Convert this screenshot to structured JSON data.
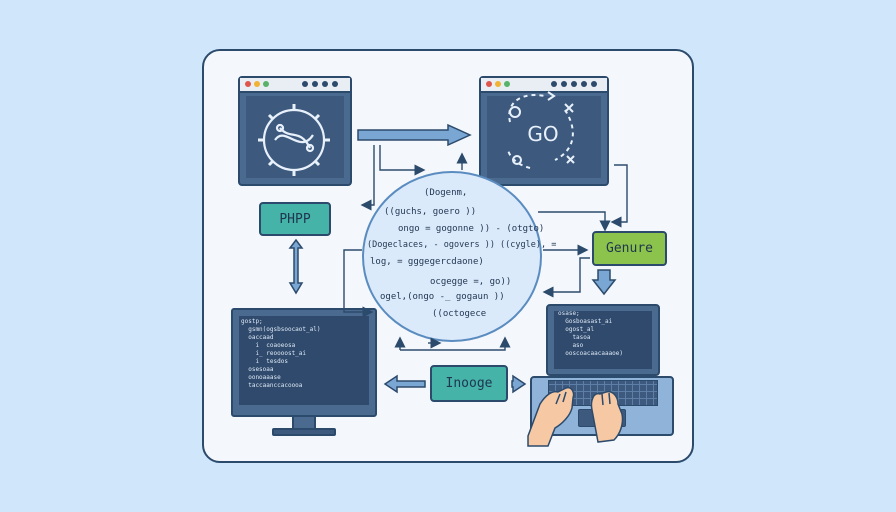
{
  "labels": {
    "php": "PHPP",
    "go": "GO",
    "genure": "Genure",
    "image": "Inooge"
  },
  "circle_code": [
    "(Dogenm,",
    "((guchs, goero ))",
    "ongo = gogonne )) - (otgto)",
    "(Dogeclaces, - ogovers )) ((cygle), =",
    "log, = gggegercdaone)",
    "ocgegge =, go))",
    "ogel,(ongo -_ gogaun ))",
    "((octogece"
  ],
  "monitor_code": [
    "gostp;",
    "  gsmn(ogsbsoocaot_al)",
    "  oaccaad",
    "    i  coaoeosa",
    "    i_ reoooost_ai",
    "    i  tesdos",
    "  osesoaa",
    "  oonoaaase",
    "  taccaanccacoooa"
  ],
  "laptop_code": [
    "osase;",
    "  Gosboasast_ai",
    "  ogost_al",
    "    tasoa",
    "    aso",
    "  ooscoacaacaaaoe)"
  ],
  "colors": {
    "accent_teal": "#45b3a8",
    "accent_green": "#8cc34c",
    "window_blue": "#4a6a8f",
    "outline": "#2c4a6b",
    "circle_fill": "#dbeafb"
  }
}
